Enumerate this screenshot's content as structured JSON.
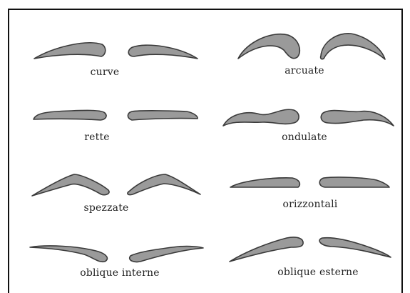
{
  "labels": {
    "curve": "curve",
    "arcuate": "arcuate",
    "rette": "rette",
    "ondulate": "ondulate",
    "spezzate": "spezzate",
    "orizzontali": "orizzontali",
    "oblique_interne": "oblique interne",
    "oblique_esterne": "oblique esterne"
  }
}
